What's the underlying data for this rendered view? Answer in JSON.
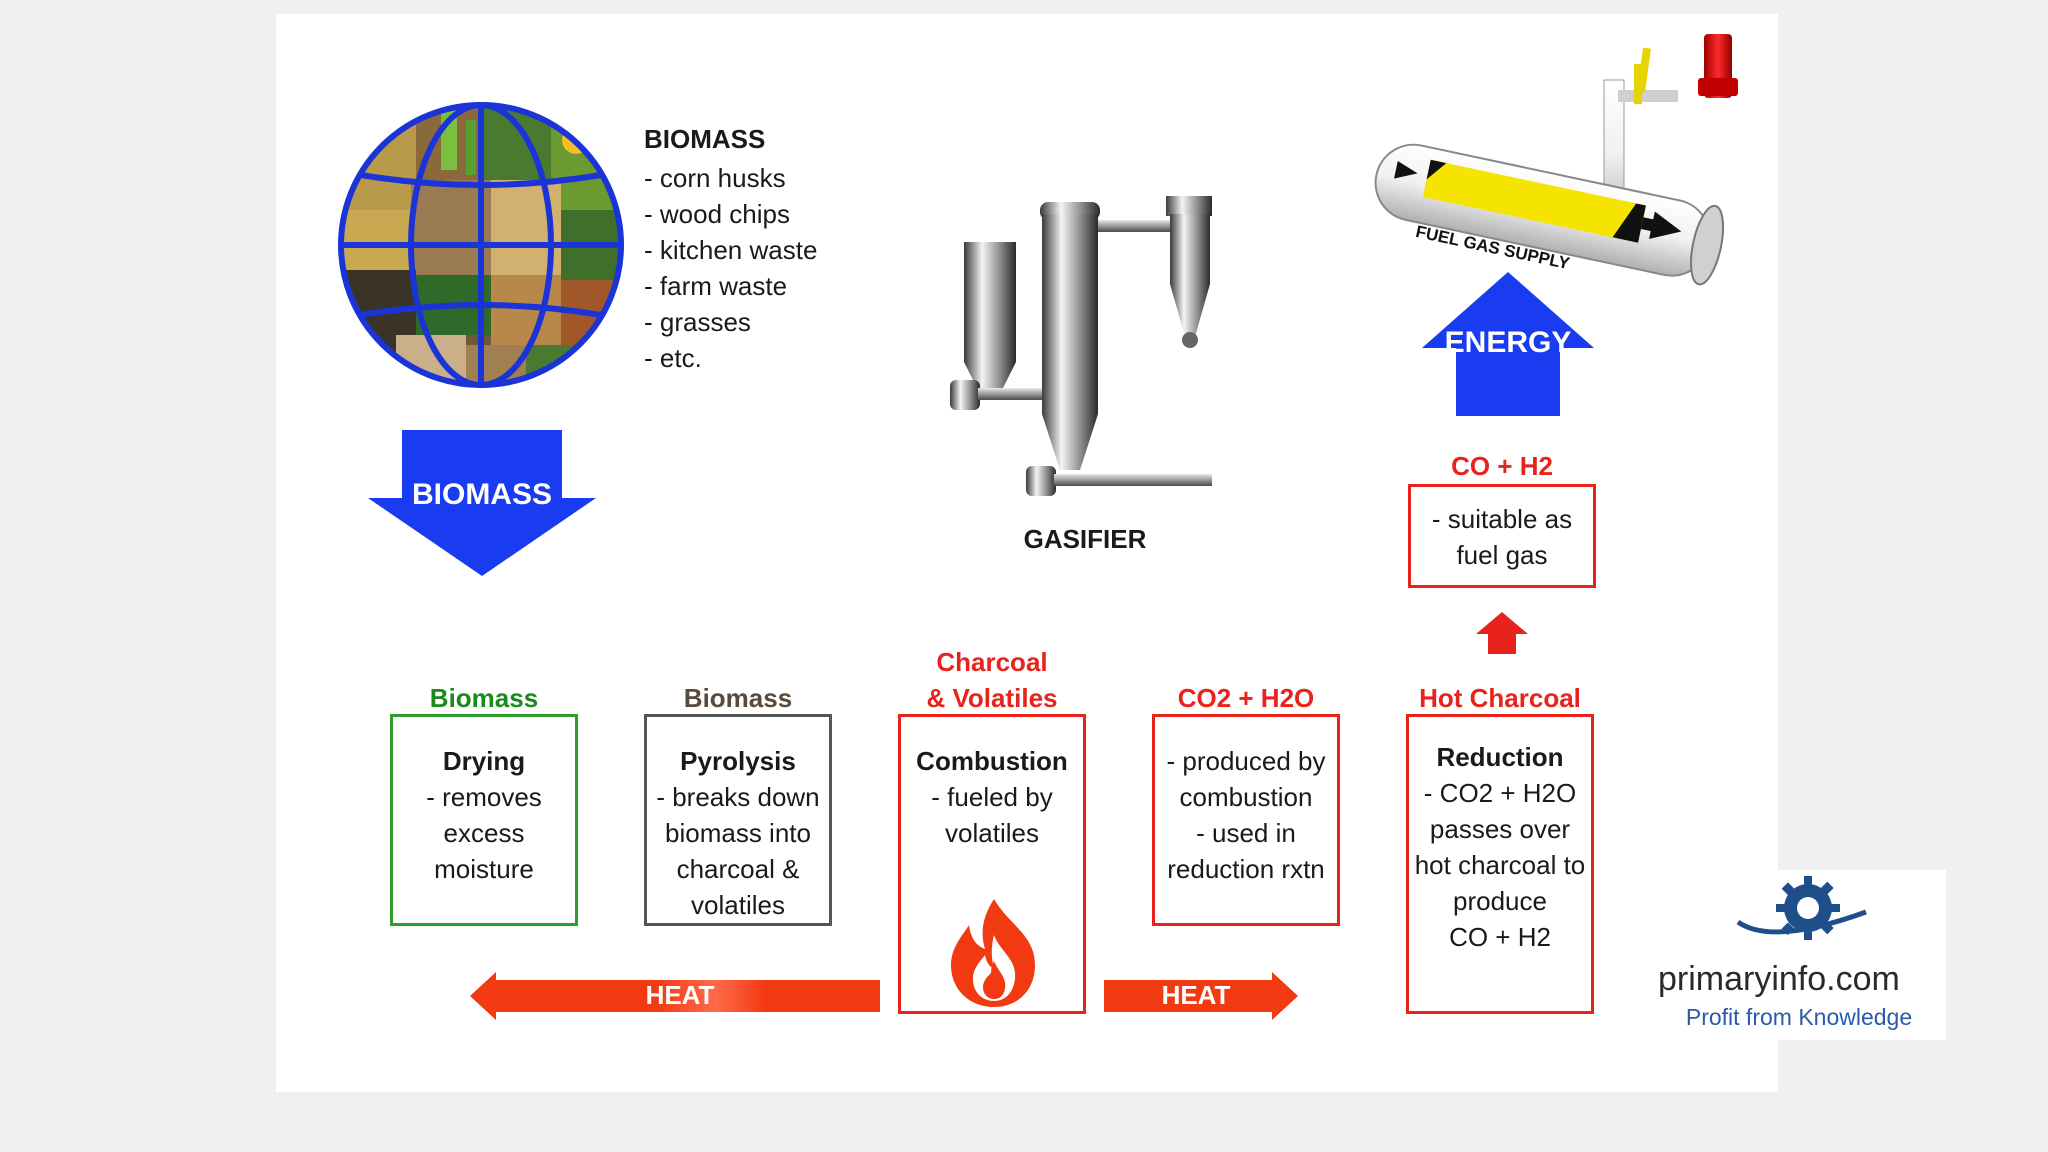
{
  "biomass_list": {
    "title": "BIOMASS",
    "items": [
      "- corn husks",
      "- wood chips",
      "- kitchen waste",
      "- farm waste",
      "- grasses",
      "- etc."
    ]
  },
  "biomass_arrow_label": "BIOMASS",
  "gasifier_label": "GASIFIER",
  "pipe_label": "FUEL GAS SUPPLY",
  "energy_label": "ENERGY",
  "output": {
    "header": "CO + H2",
    "lines": [
      "- suitable as",
      "fuel gas"
    ]
  },
  "stages": [
    {
      "header": [
        "Biomass"
      ],
      "header_color": "#1a8a1a",
      "border": "#2e9e2e",
      "title": "Drying",
      "lines": [
        "- removes",
        "excess",
        "moisture"
      ]
    },
    {
      "header": [
        "Biomass"
      ],
      "header_color": "#5a4a3a",
      "border": "#555555",
      "title": "Pyrolysis",
      "lines": [
        "- breaks down",
        "biomass into",
        "charcoal &",
        "volatiles"
      ]
    },
    {
      "header": [
        "Charcoal",
        "& Volatiles"
      ],
      "header_color": "#e8231b",
      "border": "#e8231b",
      "title": "Combustion",
      "lines": [
        "- fueled by",
        "volatiles"
      ]
    },
    {
      "header": [
        "CO2 + H2O"
      ],
      "header_color": "#e8231b",
      "border": "#e8231b",
      "title": "",
      "lines": [
        "- produced by",
        "combustion",
        "- used in",
        "reduction rxtn"
      ]
    },
    {
      "header": [
        "Hot Charcoal"
      ],
      "header_color": "#e8231b",
      "border": "#e8231b",
      "title": "Reduction",
      "lines": [
        "- CO2 + H2O",
        "passes over",
        "hot charcoal to",
        "produce",
        "CO + H2"
      ]
    }
  ],
  "heat_left_label": "HEAT",
  "heat_right_label": "HEAT",
  "logo": {
    "name": "primaryinfo.com",
    "tagline": "Profit from Knowledge"
  },
  "colors": {
    "blue_arrow": "#1a3cf0",
    "heat_red": "#f23a12",
    "accent_red": "#e8231b"
  }
}
